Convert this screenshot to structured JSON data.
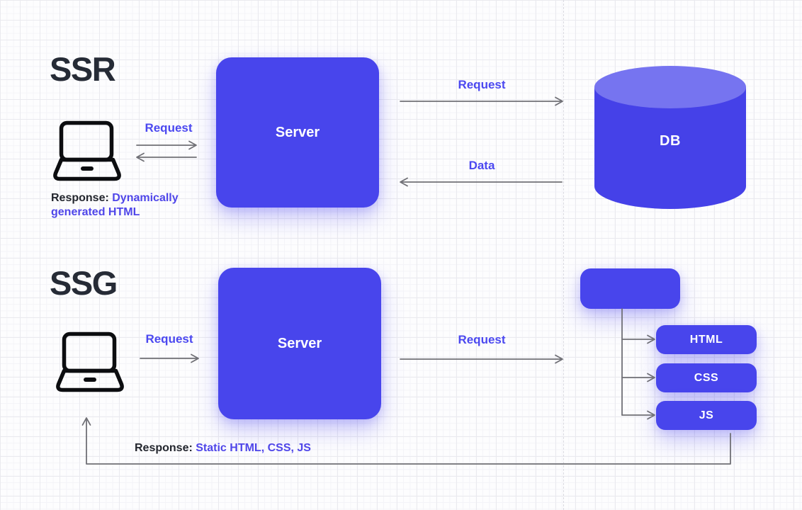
{
  "colors": {
    "accent_blue": "#4845ec",
    "cylinder_top_blue": "#7674f0",
    "label_blue": "#4b48f0",
    "dark_text": "#262b36",
    "arrow_gray": "#707076"
  },
  "ssr": {
    "title": "SSR",
    "client_request_label": "Request",
    "server_label": "Server",
    "db_request_label": "Request",
    "db_data_label": "Data",
    "db_label": "DB",
    "response_prefix": "Response:",
    "response_value": "Dynamically generated HTML"
  },
  "ssg": {
    "title": "SSG",
    "client_request_label": "Request",
    "server_label": "Server",
    "build_request_label": "Request",
    "outputs": [
      "HTML",
      "CSS",
      "JS"
    ],
    "response_prefix": "Response:",
    "response_value": "Static HTML, CSS, JS"
  }
}
